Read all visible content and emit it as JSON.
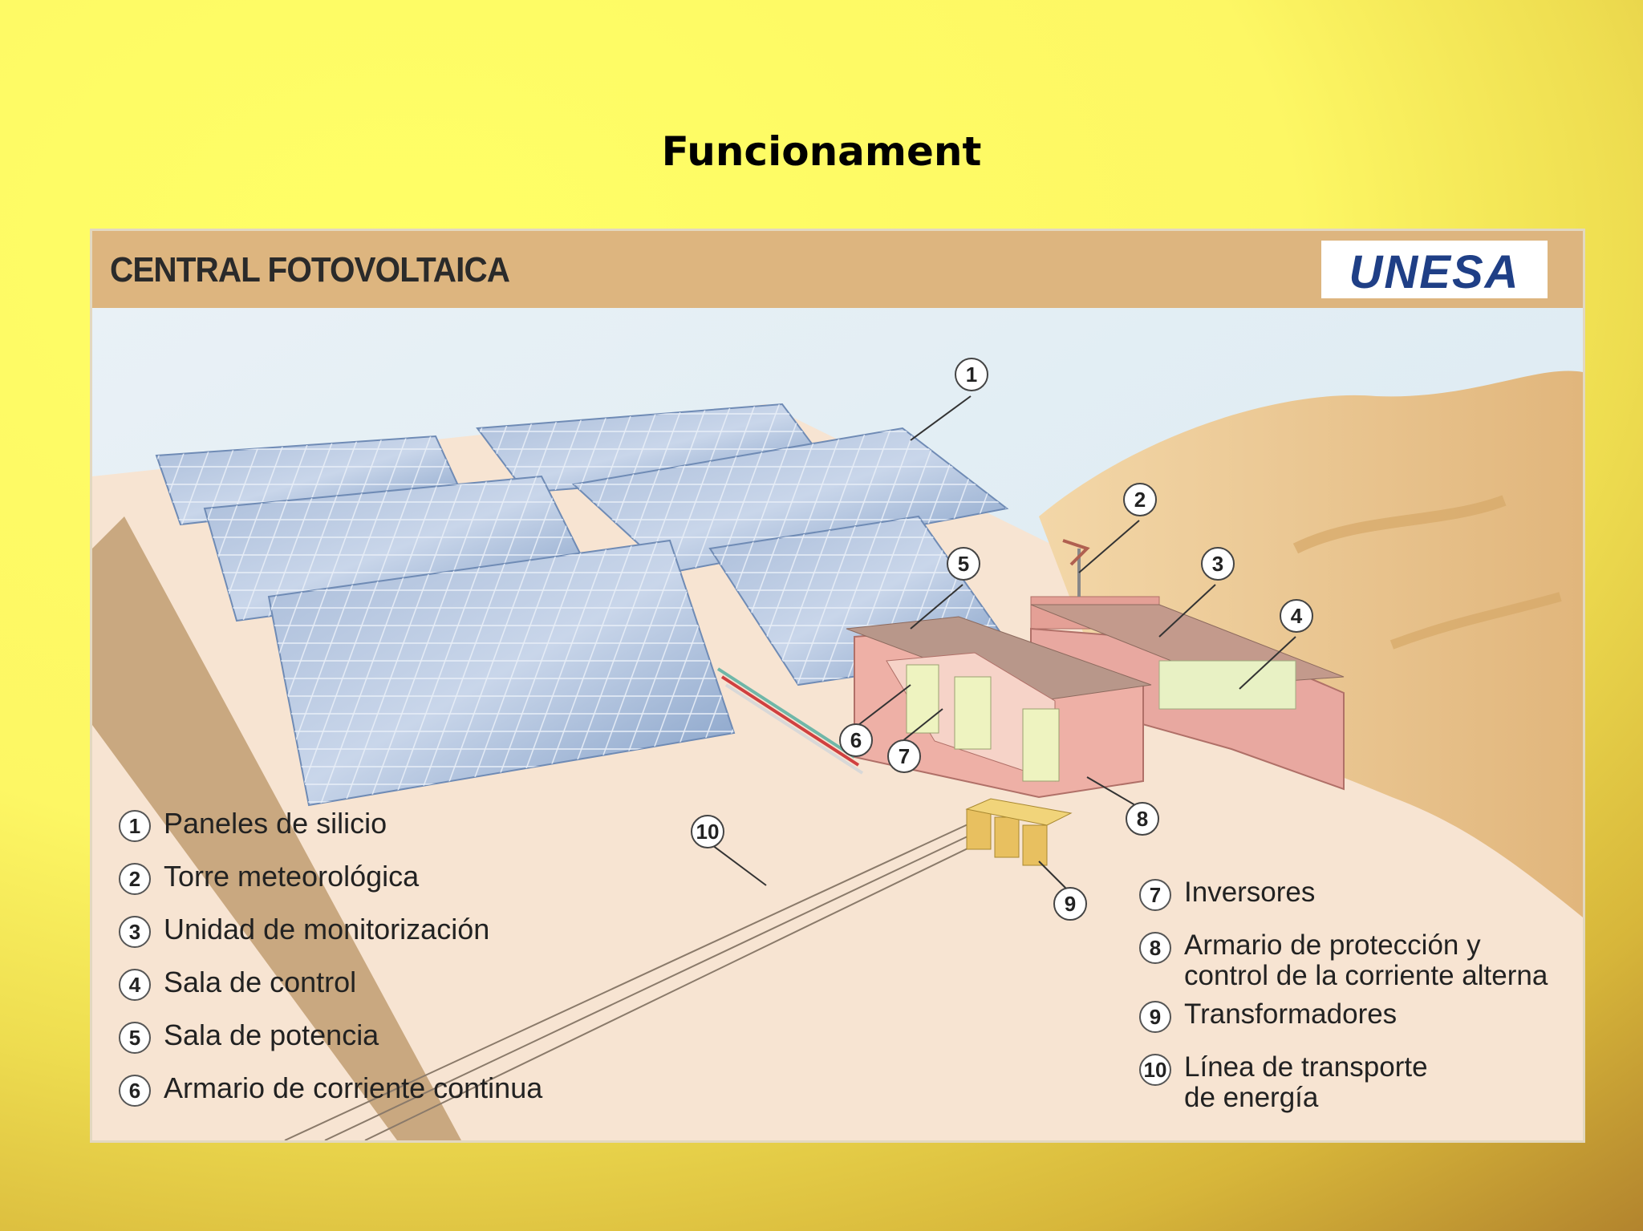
{
  "slide": {
    "title": "Funcionament"
  },
  "diagram": {
    "header_title": "CENTRAL FOTOVOLTAICA",
    "logo_text": "UNESA",
    "callouts": [
      "1",
      "2",
      "3",
      "4",
      "5",
      "6",
      "7",
      "8",
      "9",
      "10"
    ],
    "legend_left": [
      {
        "num": "1",
        "label": "Paneles de silicio"
      },
      {
        "num": "2",
        "label": "Torre meteorológica"
      },
      {
        "num": "3",
        "label": "Unidad de monitorización"
      },
      {
        "num": "4",
        "label": "Sala de control"
      },
      {
        "num": "5",
        "label": "Sala de potencia"
      },
      {
        "num": "6",
        "label": "Armario de corriente continua"
      }
    ],
    "legend_right": [
      {
        "num": "7",
        "label_line1": "Inversores",
        "label_line2": ""
      },
      {
        "num": "8",
        "label_line1": "Armario de protección y",
        "label_line2": "control de la corriente alterna"
      },
      {
        "num": "9",
        "label_line1": "Transformadores",
        "label_line2": ""
      },
      {
        "num": "10",
        "label_line1": "Línea de transporte",
        "label_line2": "de energía"
      }
    ],
    "colors": {
      "background_yellow": "#ffff66",
      "header_tan": "#ddb57f",
      "ground": "#f7e6d4",
      "panel_blue": "#8aa6cc",
      "building_pink": "#e8a8a0",
      "logo_blue": "#1f3f86"
    }
  }
}
